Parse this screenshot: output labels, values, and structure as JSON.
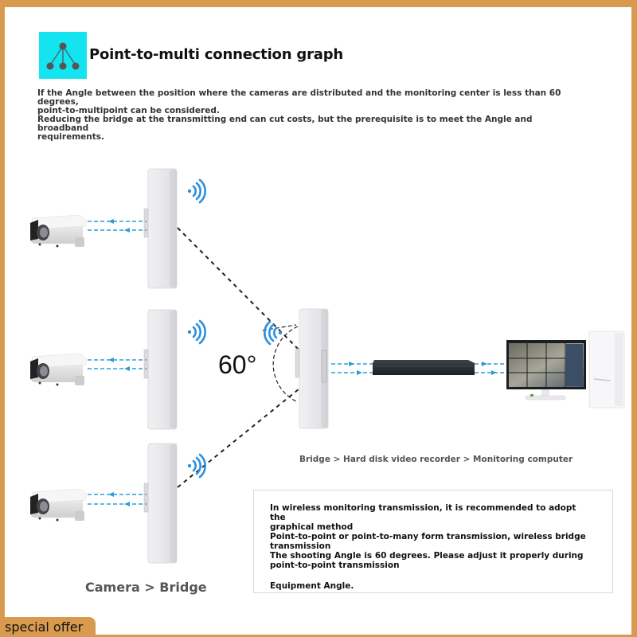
{
  "header": {
    "title": "Point-to-multi connection graph",
    "icon": "network-tree-icon"
  },
  "intro": {
    "line1": "If the Angle between the position where the cameras are distributed and the monitoring center is less than 60 degrees,",
    "line2": "point-to-multipoint can be considered.",
    "line3": "Reducing the bridge at the transmitting end can cut costs, but the prerequisite is to meet the Angle and broadband",
    "line4": "requirements."
  },
  "diagram": {
    "angle_label": "60°",
    "chain_caption": "Bridge > Hard disk video recorder > Monitoring computer",
    "camera_caption": "Camera > Bridge",
    "nodes": [
      "camera-1",
      "bridge-1",
      "camera-2",
      "bridge-2",
      "camera-3",
      "bridge-3",
      "central-bridge",
      "nvr",
      "monitor",
      "pc-tower"
    ],
    "colors": {
      "arrow": "#2a9fd6",
      "wifi": "#2b8fe0",
      "dashed_line": "#222222",
      "icon_bg": "#14e4f0",
      "border": "#d89a4e"
    }
  },
  "notes": {
    "line1": "In wireless monitoring transmission, it is recommended to adopt the",
    "line2": "graphical method",
    "line3": "Point-to-point or point-to-many form transmission, wireless bridge",
    "line4": "transmission",
    "line5": "The shooting Angle is 60 degrees. Please adjust it properly during",
    "line6": "point-to-point transmission",
    "line7": "Equipment Angle."
  },
  "badge": {
    "label": "special offer"
  }
}
